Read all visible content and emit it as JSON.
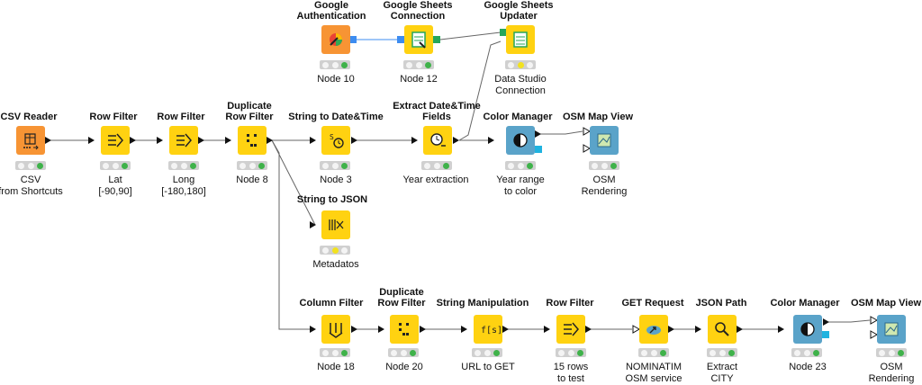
{
  "colors": {
    "manipulator": "#ffd211",
    "source": "#f79434",
    "visualizer": "#5aa3c9",
    "status_green": "#3fb24a",
    "status_yellow": "#f2e21f",
    "port_blue": "#3d8cf0",
    "port_green": "#26a65b",
    "port_cyan": "#1fb3e0"
  },
  "nodes": {
    "google_auth": {
      "title": "Google\nAuthentication",
      "label": "Node 10",
      "icon": "google-auth-icon",
      "status": "green"
    },
    "sheets_conn": {
      "title": "Google Sheets\nConnection",
      "label": "Node 12",
      "icon": "sheets-connection-icon",
      "status": "green"
    },
    "sheets_updater": {
      "title": "Google Sheets\nUpdater",
      "label": "Data Studio\nConnection",
      "icon": "sheets-updater-icon",
      "status": "yellow"
    },
    "csv_reader": {
      "title": "CSV Reader",
      "label": "CSV\nfrom Shortcuts",
      "icon": "csv-reader-icon",
      "status": "green"
    },
    "row_filter_lat": {
      "title": "Row Filter",
      "label": "Lat\n[-90,90]",
      "icon": "row-filter-icon",
      "status": "green"
    },
    "row_filter_long": {
      "title": "Row Filter",
      "label": "Long\n[-180,180]",
      "icon": "row-filter-icon",
      "status": "green"
    },
    "dup_row_filter_8": {
      "title": "Duplicate\nRow Filter",
      "label": "Node 8",
      "icon": "duplicate-row-filter-icon",
      "status": "green"
    },
    "str_to_datetime": {
      "title": "String to Date&Time",
      "label": "Node 3",
      "icon": "string-to-datetime-icon",
      "status": "green"
    },
    "extract_dt": {
      "title": "Extract Date&Time\nFields",
      "label": "Year extraction",
      "icon": "extract-datetime-icon",
      "status": "green"
    },
    "color_mgr_1": {
      "title": "Color Manager",
      "label": "Year range\nto color",
      "icon": "color-manager-icon",
      "status": "green"
    },
    "osm_map_1": {
      "title": "OSM Map View",
      "label": "OSM\nRendering",
      "icon": "osm-map-icon",
      "status": "green"
    },
    "str_to_json": {
      "title": "String to JSON",
      "label": "Metadatos",
      "icon": "string-to-json-icon",
      "status": "yellow"
    },
    "column_filter": {
      "title": "Column Filter",
      "label": "Node 18",
      "icon": "column-filter-icon",
      "status": "green"
    },
    "dup_row_filter_20": {
      "title": "Duplicate\nRow Filter",
      "label": "Node 20",
      "icon": "duplicate-row-filter-icon",
      "status": "green"
    },
    "string_manip": {
      "title": "String Manipulation",
      "label": "URL to GET",
      "icon": "string-manipulation-icon",
      "status": "green"
    },
    "row_filter_15": {
      "title": "Row Filter",
      "label": "15 rows\nto test",
      "icon": "row-filter-icon",
      "status": "green"
    },
    "get_request": {
      "title": "GET Request",
      "label": "NOMINATIM\nOSM service",
      "icon": "get-request-icon",
      "status": "green"
    },
    "json_path": {
      "title": "JSON Path",
      "label": "Extract\nCITY",
      "icon": "json-path-icon",
      "status": "green"
    },
    "color_mgr_2": {
      "title": "Color Manager",
      "label": "Node 23",
      "icon": "color-manager-icon",
      "status": "green"
    },
    "osm_map_2": {
      "title": "OSM Map View",
      "label": "OSM\nRendering",
      "icon": "osm-map-icon",
      "status": "green"
    }
  }
}
